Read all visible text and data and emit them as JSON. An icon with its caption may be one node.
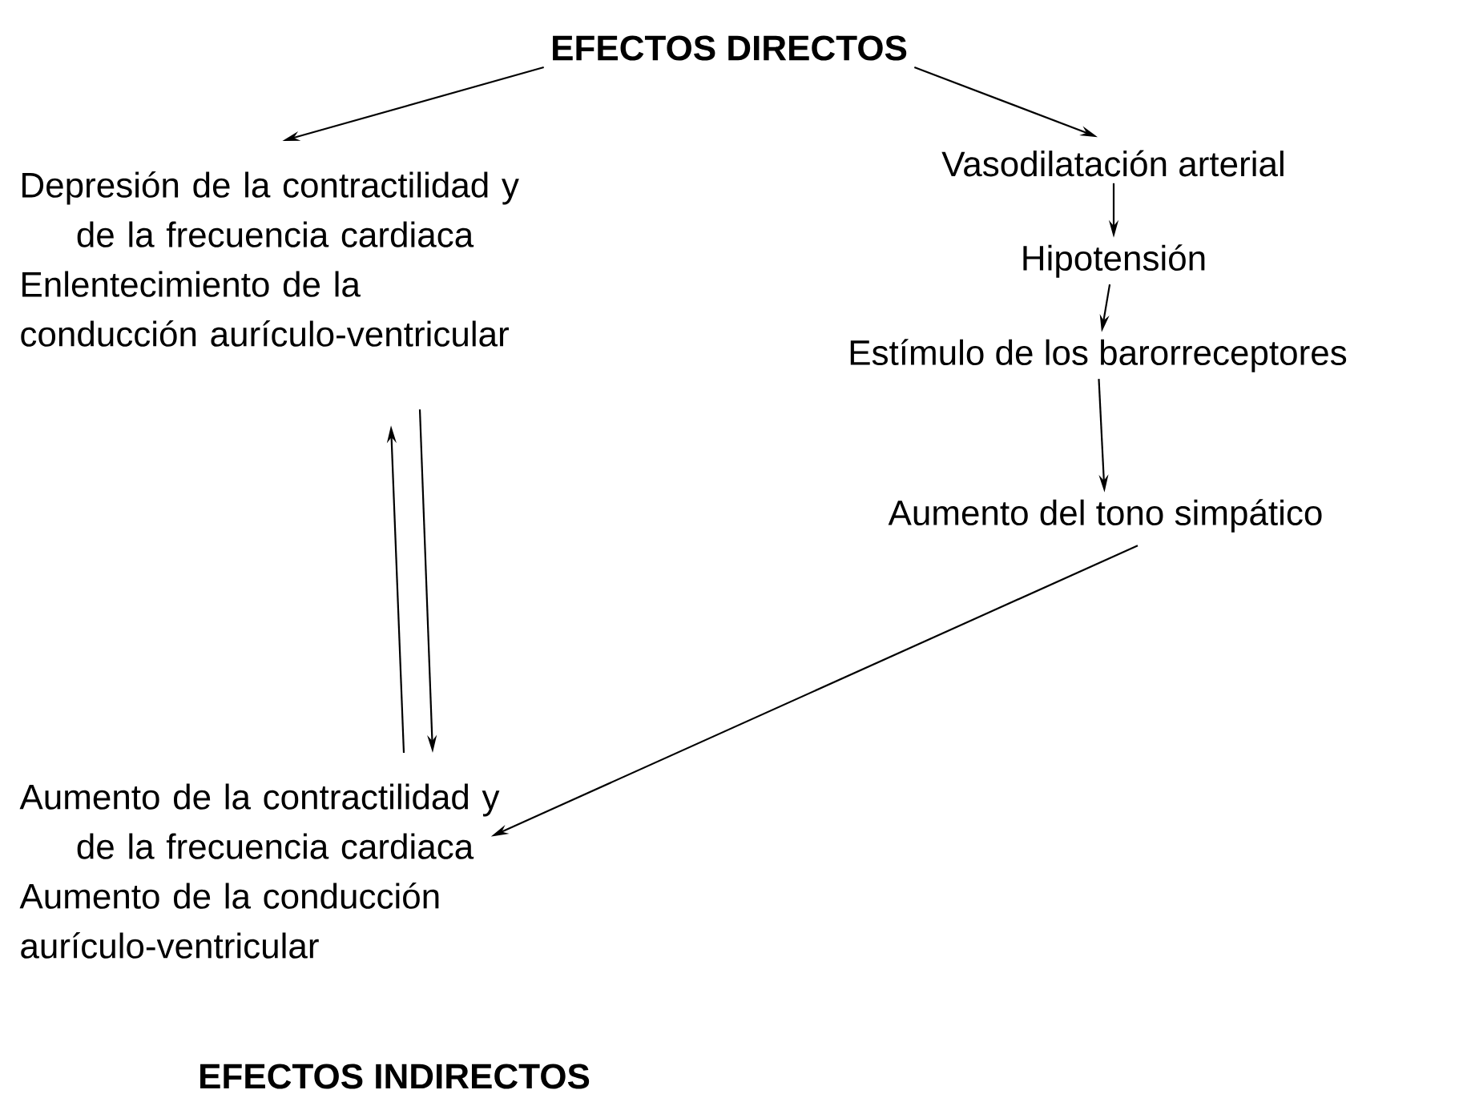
{
  "diagram": {
    "nodes": [
      {
        "text": [
          "EFECTOS DIRECTOS"
        ]
      },
      {
        "text": [
          "Depresión de la contractilidad y de la frecuencia cardiaca",
          "Enlentecimiento de la conducción aurículo-ventricular"
        ]
      },
      {
        "text": [
          "Vasodilatación arterial"
        ]
      },
      {
        "text": [
          "Hipotensión"
        ]
      },
      {
        "text": [
          "Estímulo de los barorreceptores"
        ]
      },
      {
        "text": [
          "Aumento del tono simpático"
        ]
      },
      {
        "text": [
          "Aumento de la contractilidad y de la frecuencia cardiaca",
          "Aumento de la conducción aurículo-ventricular"
        ]
      }
    ],
    "edges": [
      {
        "from": 0,
        "to": 1,
        "arrow": "to"
      },
      {
        "from": 0,
        "to": 2,
        "arrow": "to"
      },
      {
        "from": 2,
        "to": 3,
        "arrow": "to"
      },
      {
        "from": 3,
        "to": 4,
        "arrow": "to"
      },
      {
        "from": 4,
        "to": 5,
        "arrow": "to"
      },
      {
        "from": 5,
        "to": 6,
        "arrow": "to"
      },
      {
        "from": 6,
        "to": 1,
        "arrow": "to"
      },
      {
        "from": 1,
        "to": 6,
        "arrow": "to"
      }
    ],
    "labels": [
      "EFECTOS INDIRECTOS"
    ]
  }
}
